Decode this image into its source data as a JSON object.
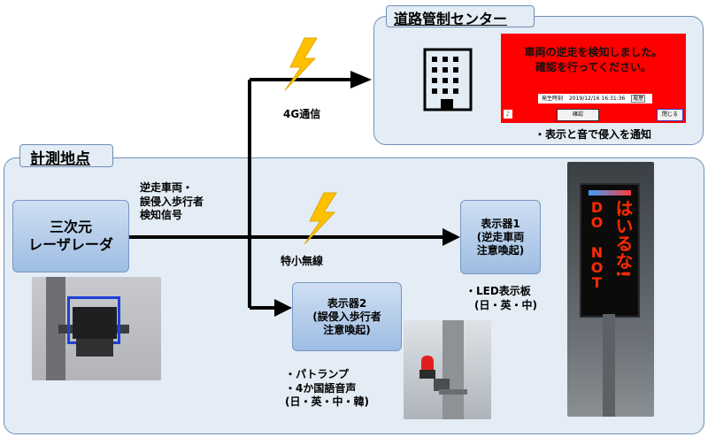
{
  "center": {
    "title": "道路管制センター",
    "screen": {
      "message_line1": "車両の逆走を検知しました。",
      "message_line2": "確認を行ってください。",
      "time_label": "発生時刻",
      "time_value": "2019/12/16 16:31:36",
      "history_label": "履歴",
      "confirm_label": "確認",
      "close_label": "閉じる"
    },
    "note": "・表示と音で侵入を通知"
  },
  "link_4g": "4G通信",
  "site": {
    "title": "計測地点",
    "sensor": {
      "line1": "三次元",
      "line2": "レーザレーダ"
    },
    "signal": {
      "line1": "逆走車両・",
      "line2": "誤侵入歩行者",
      "line3": "検知信号"
    },
    "radio": "特小無線",
    "display1": {
      "line1": "表示器1",
      "line2": "(逆走車両",
      "line3": "注意喚起)"
    },
    "display1_note": {
      "line1": "・LED表示板",
      "line2": "(日・英・中)"
    },
    "display2": {
      "line1": "表示器2",
      "line2": "(誤侵入歩行者",
      "line3": "注意喚起)"
    },
    "display2_note": {
      "line1": "・パトランプ",
      "line2": "・4か国語音声",
      "line3": "(日・英・中・韓)"
    },
    "led_sign": {
      "col1": "はいるな!",
      "col2": "DO NOT"
    }
  },
  "colors": {
    "screen_red": "#ff0000",
    "arrow": "#000000",
    "bolt": "#ffc000",
    "led": "#ff2a00"
  }
}
